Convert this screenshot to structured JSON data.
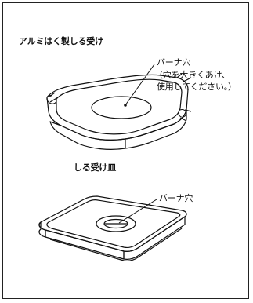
{
  "top_title": "アルミはく製しる受け",
  "burner_hole_top": "バーナ穴",
  "note_line1": "（穴を大きくあけ、",
  "note_line2": "使用してください。）",
  "bottom_title": "しる受け皿",
  "burner_hole_bottom": "バーナ穴"
}
